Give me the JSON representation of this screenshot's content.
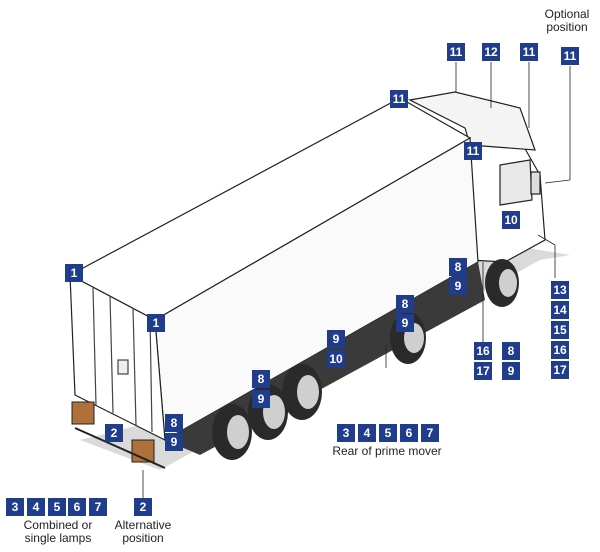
{
  "colors": {
    "badge": "#1f3d8c",
    "badge_text": "#ffffff",
    "body_outline": "#222222",
    "body_fill": "#ffffff",
    "shade": "#d8d8d8",
    "tyre": "#2a2a2a"
  },
  "captions": {
    "optional_position": [
      "Optional",
      "position"
    ],
    "rear_of_prime_mover": "Rear of prime mover",
    "combined_or_single": [
      "Combined or",
      "single lamps"
    ],
    "alternative_position": [
      "Alternative",
      "position"
    ]
  },
  "badges": {
    "cab_top_a": "11",
    "cab_top_b": "12",
    "cab_top_c": "11",
    "optional": "11",
    "trailer_front_top": "11",
    "trailer_front_corner": "11",
    "cab_side": "10",
    "front_side_8": "8",
    "front_side_9": "9",
    "cab_low_13": "13",
    "cab_low_14": "14",
    "cab_low_15": "15",
    "cab_low_16": "16",
    "cab_low_17": "17",
    "truck_wheel_16": "16",
    "truck_wheel_17": "17",
    "truck_wheel_8": "8",
    "truck_wheel_9": "9",
    "trailer_mid_8": "8",
    "trailer_mid_9": "9",
    "trailer_lower_9": "9",
    "trailer_lower_10": "10",
    "trailer_axle_8": "8",
    "trailer_axle_9": "9",
    "rear_side_8": "8",
    "rear_side_9": "9",
    "rear_top_left": "1",
    "rear_top_right": "1",
    "rear_bottom_2": "2",
    "alt_2": "2",
    "rear_prime_3": "3",
    "rear_prime_4": "4",
    "rear_prime_5": "5",
    "rear_prime_6": "6",
    "rear_prime_7": "7",
    "combined_3": "3",
    "combined_4": "4",
    "combined_5": "5",
    "combined_6": "6",
    "combined_7": "7"
  }
}
